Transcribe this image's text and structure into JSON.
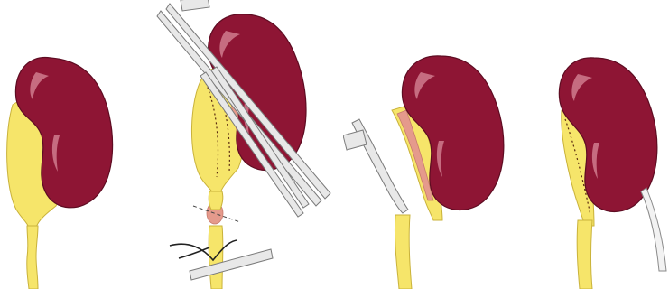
{
  "figure": {
    "panels": [
      {
        "id": "panel-1",
        "step": 1
      },
      {
        "id": "panel-2",
        "step": 2
      },
      {
        "id": "panel-3",
        "step": 3
      },
      {
        "id": "panel-4",
        "step": 4
      }
    ]
  },
  "colors": {
    "background": "#ffffff",
    "kidney": "#8e1534",
    "kidney_dark": "#5e0c22",
    "kidney_highlight": "#d88a9a",
    "pelvis_yellow": "#f6e56a",
    "pelvis_outline": "#c9b23a",
    "incision_pink": "#e59a8c",
    "instrument": "#cfcfcf",
    "instrument_outline": "#7a7a7a",
    "suture_dots": "#5a2a10",
    "stent": "#f2f2f2"
  },
  "icons": {
    "kidney": "kidney-icon",
    "renal-pelvis": "renal-pelvis-icon",
    "ureter": "ureter-icon",
    "forceps": "forceps-icon",
    "scissors": "scissors-icon",
    "stent": "stent-icon"
  }
}
